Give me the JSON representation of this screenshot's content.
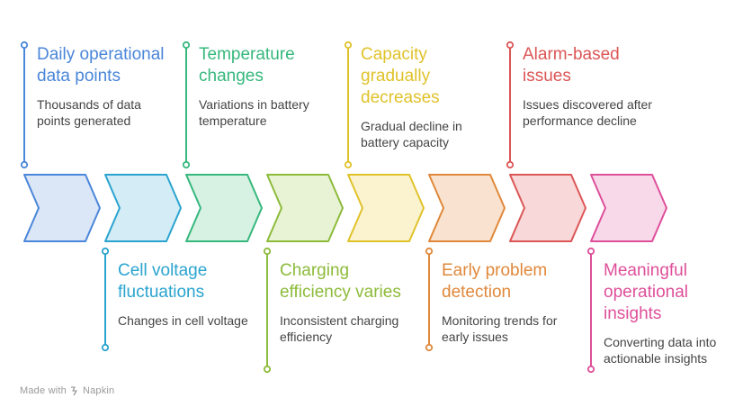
{
  "steps": [
    {
      "title": "Daily operational data points",
      "desc": "Thousands of data points generated",
      "color": "#4a86d9",
      "fill": "#dbe6f7",
      "position": "top"
    },
    {
      "title": "Cell voltage fluctuations",
      "desc": "Changes in cell voltage",
      "color": "#2aa4cf",
      "fill": "#d4ecf6",
      "position": "bottom"
    },
    {
      "title": "Temperature changes",
      "desc": "Variations in battery temperature",
      "color": "#36b87d",
      "fill": "#d7f1e3",
      "position": "top"
    },
    {
      "title": "Charging efficiency varies",
      "desc": "Inconsistent charging efficiency",
      "color": "#8dbb3a",
      "fill": "#e8f3d6",
      "position": "bottom"
    },
    {
      "title": "Capacity gradually decreases",
      "desc": "Gradual decline in battery capacity",
      "color": "#e0c22a",
      "fill": "#fbf3cf",
      "position": "top"
    },
    {
      "title": "Early problem detection",
      "desc": "Monitoring trends for early issues",
      "color": "#e0883a",
      "fill": "#f9e2cf",
      "position": "bottom"
    },
    {
      "title": "Alarm-based issues",
      "desc": "Issues discovered after performance decline",
      "color": "#dc5656",
      "fill": "#f8d8d8",
      "position": "top"
    },
    {
      "title": "Meaningful operational insights",
      "desc": "Converting data into actionable insights",
      "color": "#de4f9a",
      "fill": "#f8d9ea",
      "position": "bottom"
    }
  ],
  "footer": {
    "made_with": "Made with",
    "brand": "Napkin"
  }
}
